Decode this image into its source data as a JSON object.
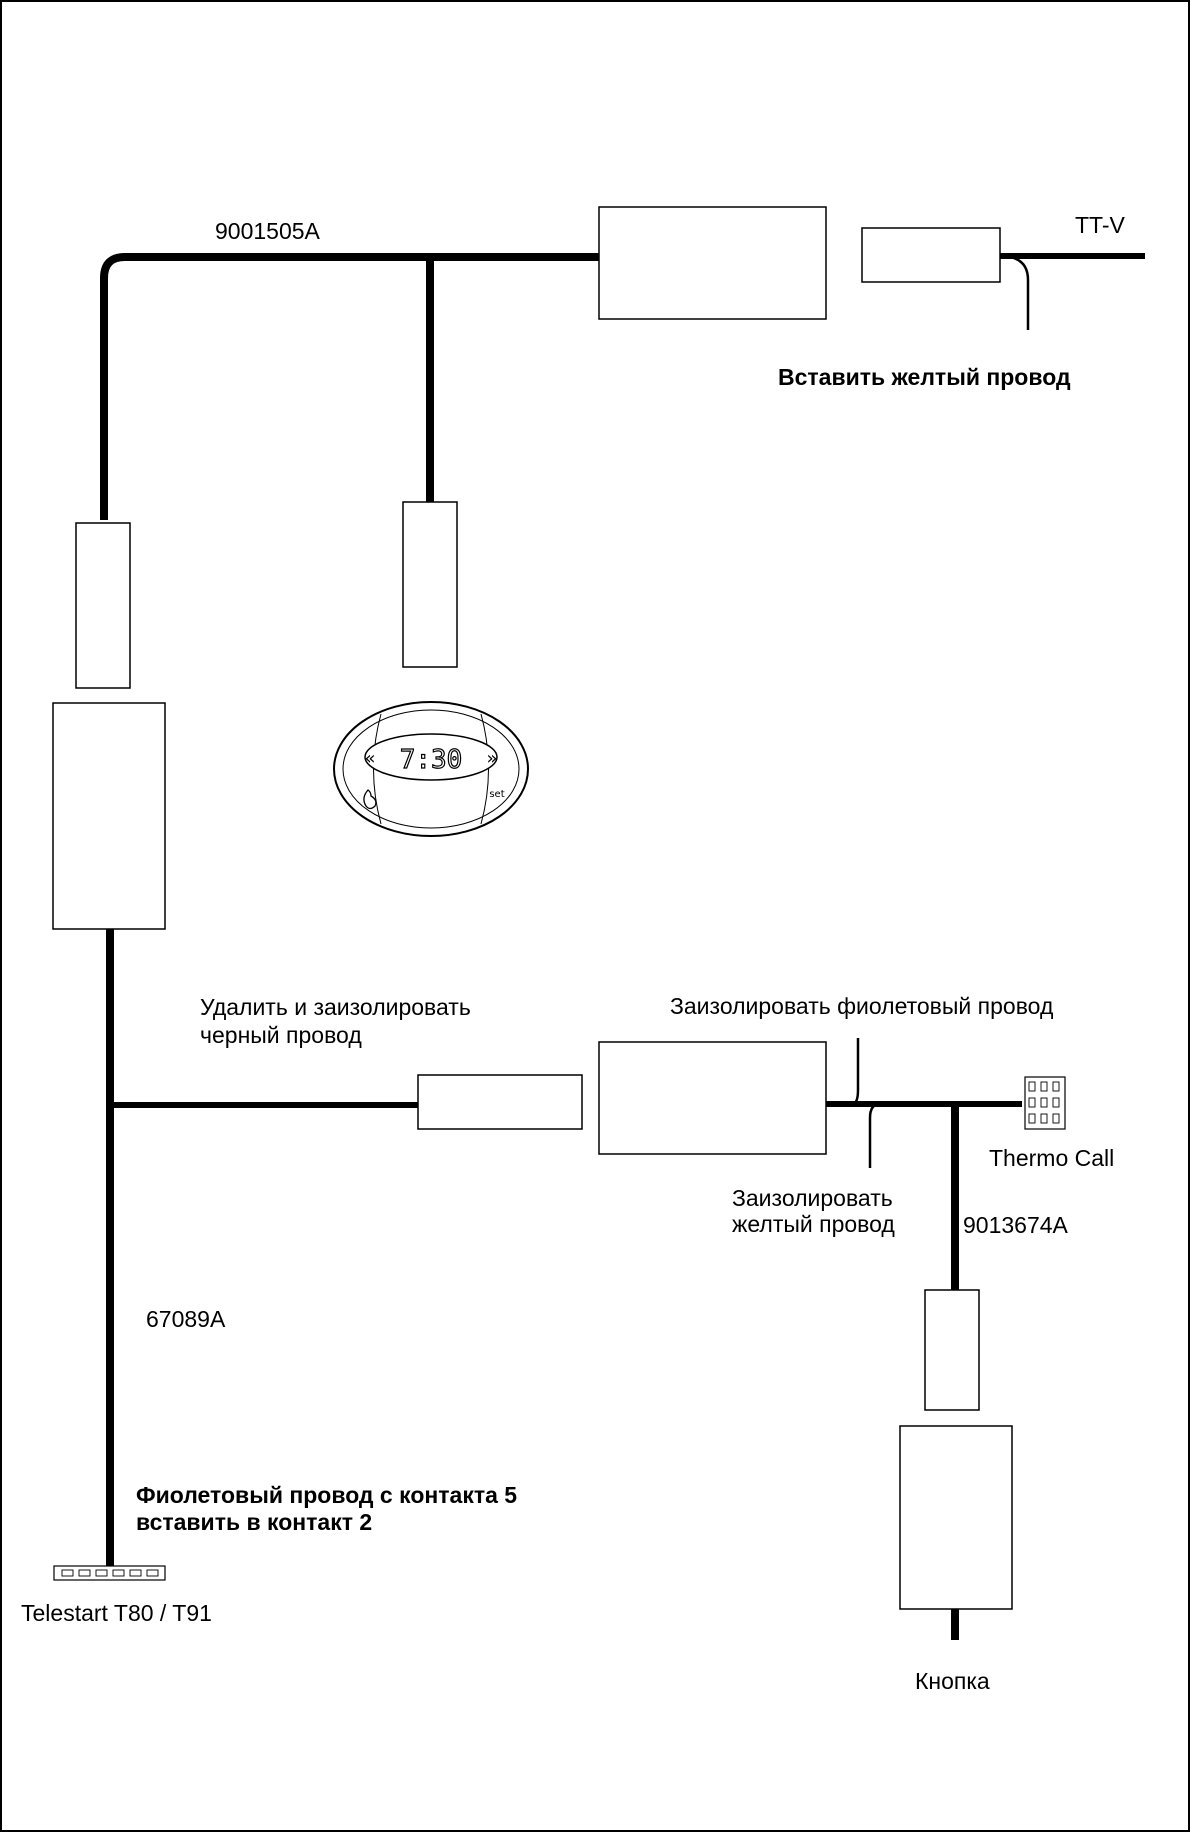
{
  "labels": {
    "harness_top": "9001505A",
    "tt_v": "TT-V",
    "insert_yellow": "Вставить желтый провод",
    "remove_black_1": "Удалить и заизолировать",
    "remove_black_2": "черный провод",
    "insulate_violet": "Заизолировать фиолетовый провод",
    "thermo_call": "Thermo Call",
    "insulate_yellow_1": "Заизолировать",
    "insulate_yellow_2": "желтый провод",
    "harness_right": "9013674A",
    "harness_left": "67089A",
    "violet_pin_1": "Фиолетовый провод с контакта 5",
    "violet_pin_2": "вставить в контакт 2",
    "telestart": "Telestart T80 / T91",
    "button": "Кнопка"
  },
  "timer_display": {
    "time": "7:30",
    "set_label": "set"
  },
  "colors": {
    "wire": "#000000",
    "box_fill": "#ffffff",
    "border": "#000000"
  }
}
